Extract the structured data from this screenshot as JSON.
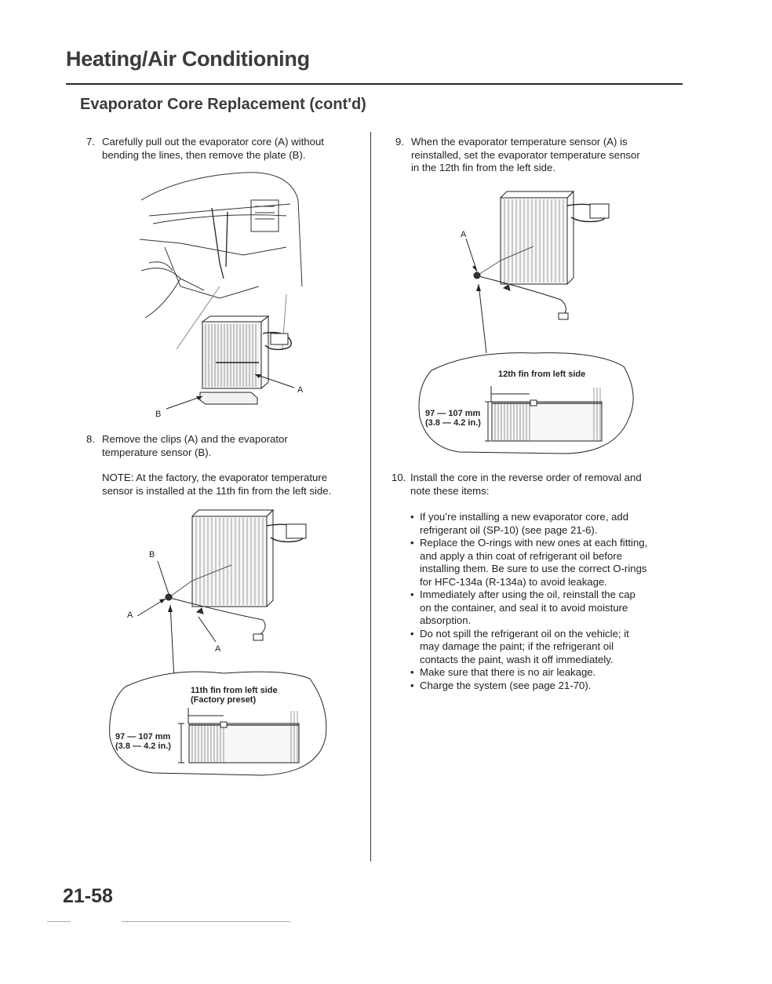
{
  "header": {
    "section_title": "Heating/Air Conditioning",
    "page_title": "Evaporator Core Replacement (cont'd)"
  },
  "left_column": {
    "step7": {
      "num": "7.",
      "lines": [
        "Carefully pull out the evaporator core (A) without",
        "bending the lines, then remove the plate (B)."
      ]
    },
    "fig1": {
      "label_a": "A",
      "label_b": "B"
    },
    "step8": {
      "num": "8.",
      "lines": [
        "Remove the clips (A) and the evaporator",
        "temperature sensor (B)."
      ]
    },
    "note": {
      "lines": [
        "NOTE: At the factory, the evaporator temperature",
        "sensor is installed at the 11th fin from the left side."
      ]
    },
    "fig2": {
      "label_b": "B",
      "label_a_left": "A",
      "label_a_bottom": "A",
      "callout_line1": "11th fin from left side",
      "callout_line2": "(Factory preset)",
      "dim_line1": "97 — 107 mm",
      "dim_line2": "(3.8 — 4.2 in.)"
    }
  },
  "right_column": {
    "step9": {
      "num": "9.",
      "lines": [
        "When the evaporator temperature sensor (A) is",
        "reinstalled, set the evaporator temperature sensor",
        "in the 12th fin from the left side."
      ]
    },
    "fig3": {
      "label_a": "A",
      "callout_line1": "12th fin from left side",
      "dim_line1": "97 — 107 mm",
      "dim_line2": "(3.8 — 4.2 in.)"
    },
    "step10": {
      "num": "10.",
      "lines": [
        "Install the core in the reverse order of removal and",
        "note these items:"
      ]
    },
    "bullets": [
      [
        "If you’re installing a new evaporator core, add",
        "refrigerant oil (SP-10) (see page 21-6)."
      ],
      [
        "Replace the O-rings with new ones at each fitting,",
        "and apply a thin coat of refrigerant oil before",
        "installing them. Be sure to use the correct O-rings",
        "for HFC-134a (R-134a) to avoid leakage."
      ],
      [
        "Immediately after using the oil, reinstall the cap",
        "on the container, and seal it to avoid moisture",
        "absorption."
      ],
      [
        "Do not spill the refrigerant oil on the vehicle; it",
        "may damage the paint; if the refrigerant oil",
        "contacts the paint, wash it off immediately."
      ],
      [
        "Make sure that there is no air leakage."
      ],
      [
        "Charge the system (see page 21-70)."
      ]
    ]
  },
  "footer": {
    "page_number": "21-58"
  }
}
